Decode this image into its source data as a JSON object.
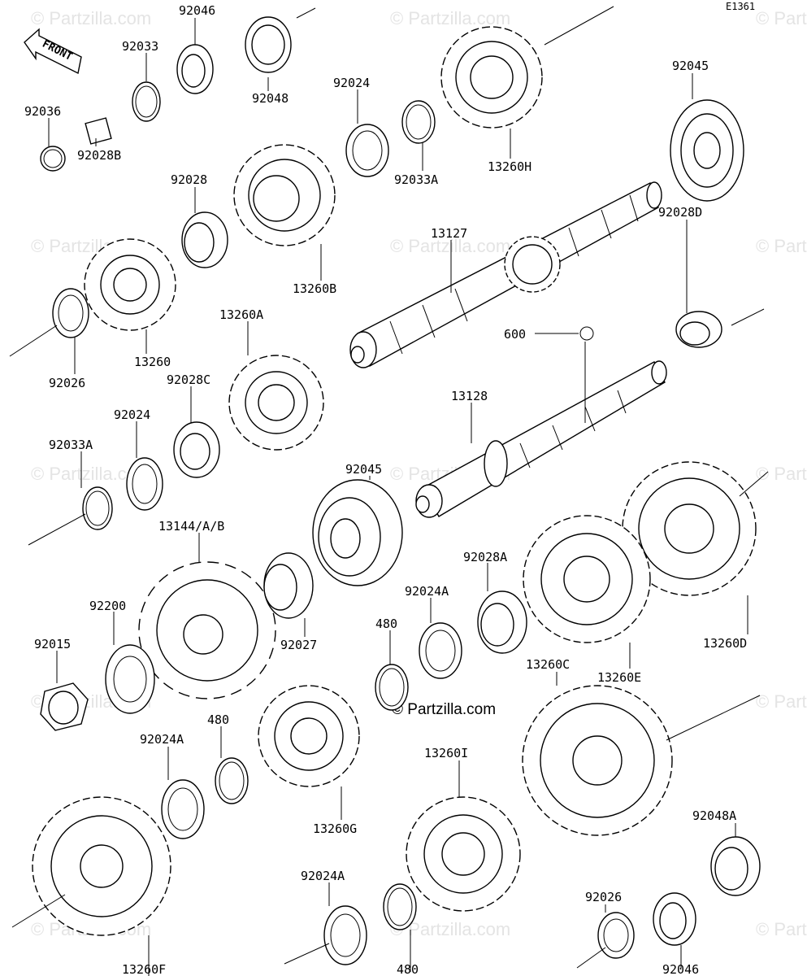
{
  "figure_id": "E1361",
  "front_label": "FRONT",
  "watermark": "© Partzilla.com",
  "parts": [
    {
      "id": "p92046a",
      "label": "92046"
    },
    {
      "id": "p92033",
      "label": "92033"
    },
    {
      "id": "p92036",
      "label": "92036"
    },
    {
      "id": "p92028b",
      "label": "92028B"
    },
    {
      "id": "p92048",
      "label": "92048"
    },
    {
      "id": "p92024a1",
      "label": "92024"
    },
    {
      "id": "p92033a1",
      "label": "92033A"
    },
    {
      "id": "p13260h",
      "label": "13260H"
    },
    {
      "id": "p92045a",
      "label": "92045"
    },
    {
      "id": "p92028",
      "label": "92028"
    },
    {
      "id": "p13260b",
      "label": "13260B"
    },
    {
      "id": "p13127",
      "label": "13127"
    },
    {
      "id": "p92028d",
      "label": "92028D"
    },
    {
      "id": "p600",
      "label": "600"
    },
    {
      "id": "p13260",
      "label": "13260"
    },
    {
      "id": "p92026a",
      "label": "92026"
    },
    {
      "id": "p13260a",
      "label": "13260A"
    },
    {
      "id": "p92028c",
      "label": "92028C"
    },
    {
      "id": "p13128",
      "label": "13128"
    },
    {
      "id": "p92024b",
      "label": "92024"
    },
    {
      "id": "p92033a2",
      "label": "92033A"
    },
    {
      "id": "p92045b",
      "label": "92045"
    },
    {
      "id": "p13144",
      "label": "13144/A/B"
    },
    {
      "id": "p92028a",
      "label": "92028A"
    },
    {
      "id": "p92024a2",
      "label": "92024A"
    },
    {
      "id": "p480a",
      "label": "480"
    },
    {
      "id": "p92200",
      "label": "92200"
    },
    {
      "id": "p92027",
      "label": "92027"
    },
    {
      "id": "p13260d",
      "label": "13260D"
    },
    {
      "id": "p13260e",
      "label": "13260E"
    },
    {
      "id": "p13260c",
      "label": "13260C"
    },
    {
      "id": "p92015",
      "label": "92015"
    },
    {
      "id": "p480b",
      "label": "480"
    },
    {
      "id": "p92024a3",
      "label": "92024A"
    },
    {
      "id": "p13260g",
      "label": "13260G"
    },
    {
      "id": "p13260i",
      "label": "13260I"
    },
    {
      "id": "p92048a",
      "label": "92048A"
    },
    {
      "id": "p92024a4",
      "label": "92024A"
    },
    {
      "id": "p92026b",
      "label": "92026"
    },
    {
      "id": "p13260f",
      "label": "13260F"
    },
    {
      "id": "p480c",
      "label": "480"
    },
    {
      "id": "p92046b",
      "label": "92046"
    }
  ]
}
